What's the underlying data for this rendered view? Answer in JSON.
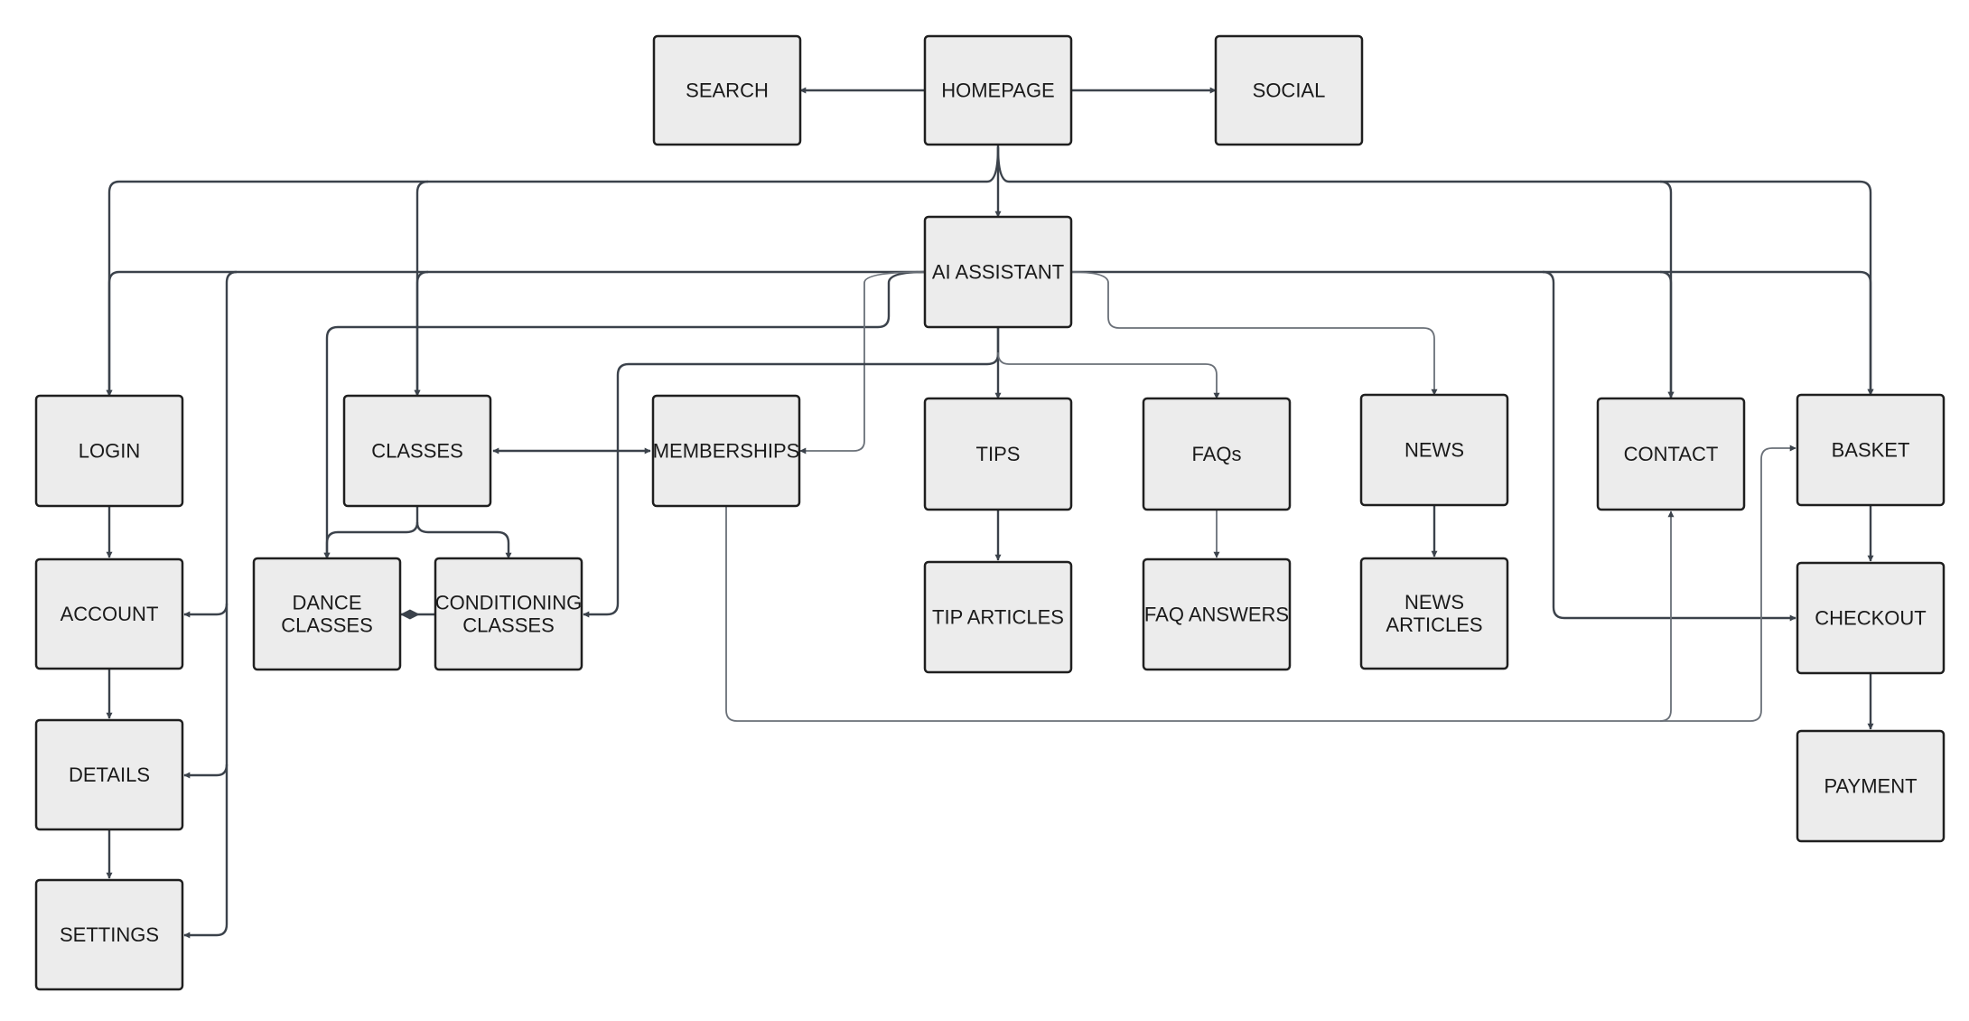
{
  "nodes": [
    {
      "id": "search",
      "lines": [
        "SEARCH"
      ]
    },
    {
      "id": "homepage",
      "lines": [
        "HOMEPAGE"
      ]
    },
    {
      "id": "social",
      "lines": [
        "SOCIAL"
      ]
    },
    {
      "id": "ai-assistant",
      "lines": [
        "AI ASSISTANT"
      ]
    },
    {
      "id": "login",
      "lines": [
        "LOGIN"
      ]
    },
    {
      "id": "classes",
      "lines": [
        "CLASSES"
      ]
    },
    {
      "id": "memberships",
      "lines": [
        "MEMBERSHIPS"
      ]
    },
    {
      "id": "tips",
      "lines": [
        "TIPS"
      ]
    },
    {
      "id": "faqs",
      "lines": [
        "FAQs"
      ]
    },
    {
      "id": "news",
      "lines": [
        "NEWS"
      ]
    },
    {
      "id": "contact",
      "lines": [
        "CONTACT"
      ]
    },
    {
      "id": "basket",
      "lines": [
        "BASKET"
      ]
    },
    {
      "id": "account",
      "lines": [
        "ACCOUNT"
      ]
    },
    {
      "id": "dance-classes",
      "lines": [
        "DANCE",
        "CLASSES"
      ]
    },
    {
      "id": "conditioning-classes",
      "lines": [
        "CONDITIONING",
        "CLASSES"
      ]
    },
    {
      "id": "tip-articles",
      "lines": [
        "TIP ARTICLES"
      ]
    },
    {
      "id": "faq-answers",
      "lines": [
        "FAQ ANSWERS"
      ]
    },
    {
      "id": "news-articles",
      "lines": [
        "NEWS",
        "ARTICLES"
      ]
    },
    {
      "id": "checkout",
      "lines": [
        "CHECKOUT"
      ]
    },
    {
      "id": "details",
      "lines": [
        "DETAILS"
      ]
    },
    {
      "id": "payment",
      "lines": [
        "PAYMENT"
      ]
    },
    {
      "id": "settings",
      "lines": [
        "SETTINGS"
      ]
    }
  ],
  "edges": [
    {
      "from": "homepage",
      "to": "search"
    },
    {
      "from": "homepage",
      "to": "social"
    },
    {
      "from": "homepage",
      "to": "ai-assistant"
    },
    {
      "from": "homepage",
      "to": "login"
    },
    {
      "from": "homepage",
      "to": "classes"
    },
    {
      "from": "homepage",
      "to": "contact"
    },
    {
      "from": "homepage",
      "to": "basket"
    },
    {
      "from": "ai-assistant",
      "to": "login"
    },
    {
      "from": "ai-assistant",
      "to": "classes"
    },
    {
      "from": "ai-assistant",
      "to": "contact"
    },
    {
      "from": "ai-assistant",
      "to": "basket"
    },
    {
      "from": "ai-assistant",
      "to": "account"
    },
    {
      "from": "ai-assistant",
      "to": "details"
    },
    {
      "from": "ai-assistant",
      "to": "settings"
    },
    {
      "from": "ai-assistant",
      "to": "dance-classes"
    },
    {
      "from": "ai-assistant",
      "to": "memberships"
    },
    {
      "from": "ai-assistant",
      "to": "conditioning-classes"
    },
    {
      "from": "ai-assistant",
      "to": "tips"
    },
    {
      "from": "ai-assistant",
      "to": "faqs"
    },
    {
      "from": "ai-assistant",
      "to": "news"
    },
    {
      "from": "ai-assistant",
      "to": "checkout"
    },
    {
      "from": "classes",
      "to": "memberships",
      "bidirectional": true
    },
    {
      "from": "classes",
      "to": "dance-classes"
    },
    {
      "from": "classes",
      "to": "conditioning-classes"
    },
    {
      "from": "dance-classes",
      "to": "conditioning-classes",
      "relation": "composition"
    },
    {
      "from": "login",
      "to": "account"
    },
    {
      "from": "account",
      "to": "details"
    },
    {
      "from": "details",
      "to": "settings"
    },
    {
      "from": "tips",
      "to": "tip-articles"
    },
    {
      "from": "faqs",
      "to": "faq-answers"
    },
    {
      "from": "news",
      "to": "news-articles"
    },
    {
      "from": "basket",
      "to": "checkout"
    },
    {
      "from": "checkout",
      "to": "payment"
    },
    {
      "from": "memberships",
      "to": "contact"
    },
    {
      "from": "memberships",
      "to": "basket"
    }
  ]
}
